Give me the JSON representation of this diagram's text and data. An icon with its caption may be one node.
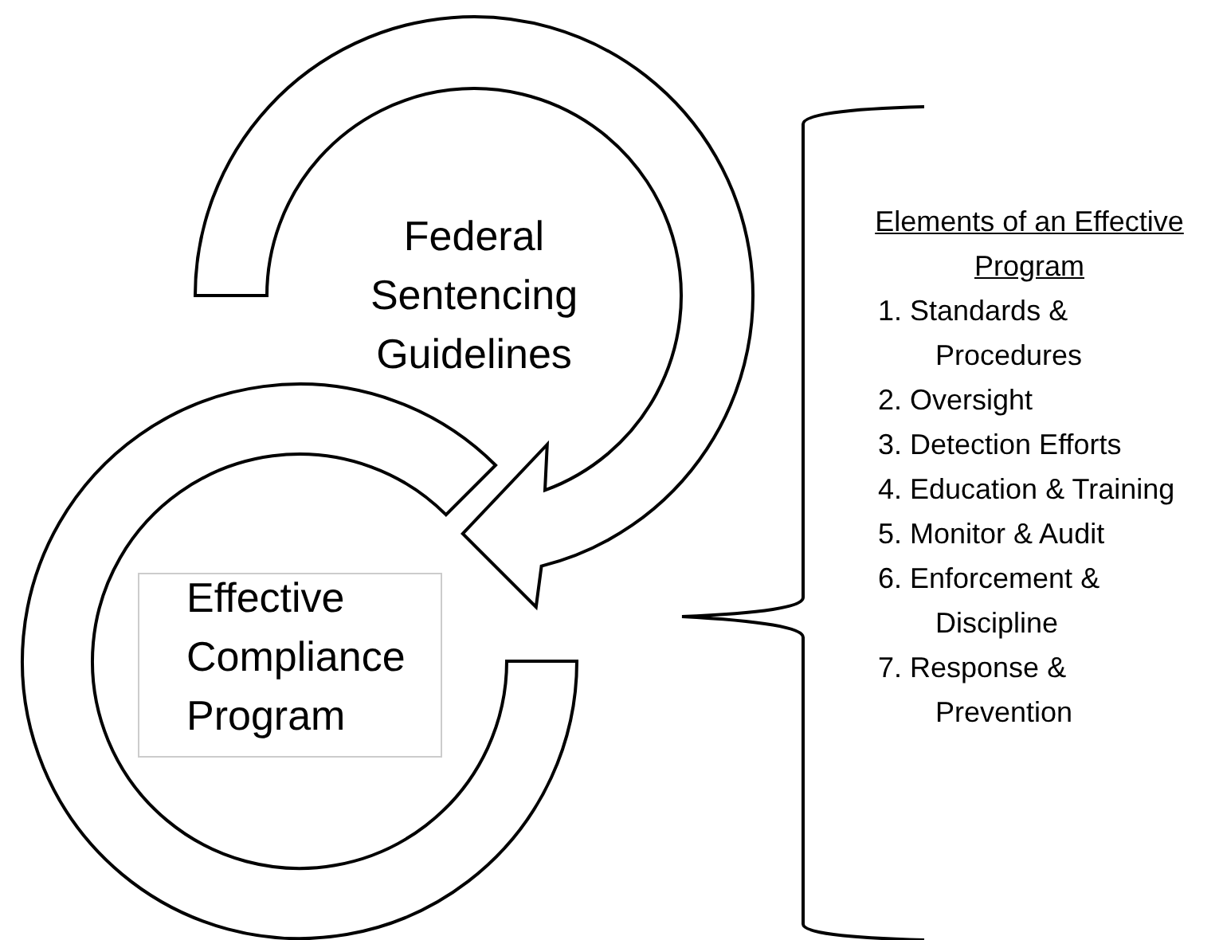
{
  "diagram": {
    "nodes": [
      {
        "text": [
          "Federal Sentencing Guidelines"
        ]
      },
      {
        "text": [
          "Effective Compliance Program"
        ]
      }
    ],
    "edges": [
      {
        "from": 0,
        "to": 1,
        "arrow": "to"
      }
    ],
    "labels": [
      "Elements of an Effective Program",
      "1. Standards & Procedures",
      "2. Oversight",
      "3. Detection Efforts",
      "4. Education & Training",
      "5. Monitor & Audit",
      "6. Enforcement & Discipline",
      "7. Response & Prevention"
    ]
  }
}
